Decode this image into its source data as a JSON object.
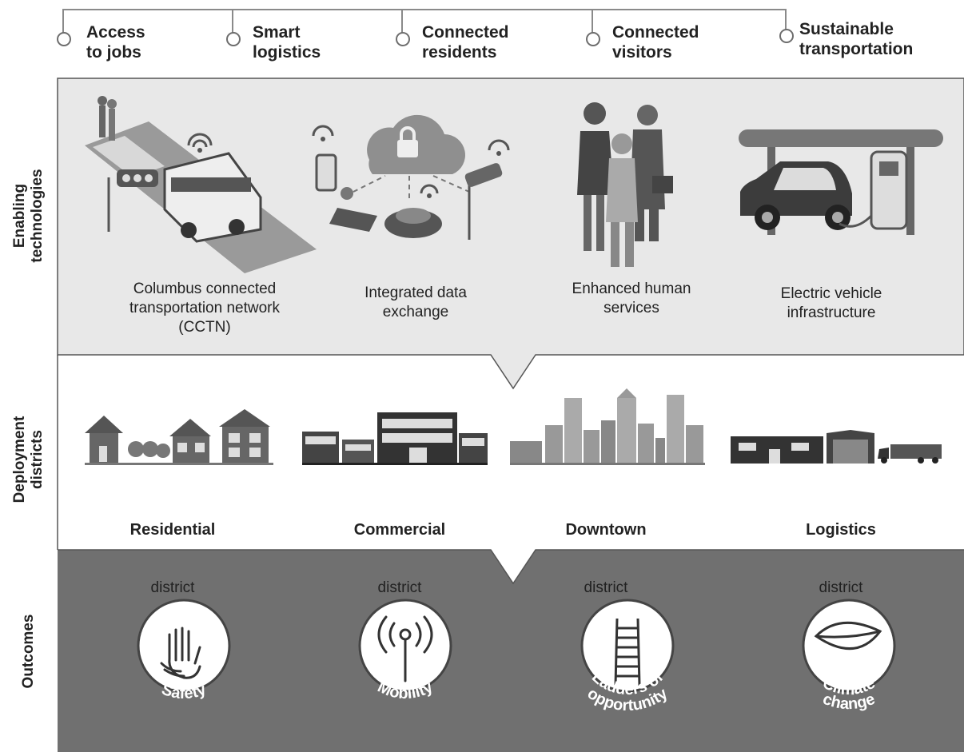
{
  "goals": [
    {
      "label": "Access\nto jobs"
    },
    {
      "label": "Smart\nlogistics"
    },
    {
      "label": "Connected\nresidents"
    },
    {
      "label": "Connected\nvisitors"
    },
    {
      "label": "Sustainable\ntransportation"
    }
  ],
  "bands": {
    "enabling": "Enabling\ntechnologies",
    "deployment": "Deployment\ndistricts",
    "outcomes": "Outcomes"
  },
  "technologies": [
    {
      "caption": "Columbus connected\ntransportation network\n(CCTN)",
      "icon": "connected-bus-icon"
    },
    {
      "caption": "Integrated data\nexchange",
      "icon": "cloud-lock-icon"
    },
    {
      "caption": "Enhanced human\nservices",
      "icon": "people-icon"
    },
    {
      "caption": "Electric vehicle\ninfrastructure",
      "icon": "ev-charging-icon"
    }
  ],
  "districts": [
    {
      "name": "Residential",
      "sub": "district",
      "icon": "houses-icon"
    },
    {
      "name": "Commercial",
      "sub": "district",
      "icon": "storefronts-icon"
    },
    {
      "name": "Downtown",
      "sub": "district",
      "icon": "skyline-icon"
    },
    {
      "name": "Logistics",
      "sub": "district",
      "icon": "warehouse-truck-icon"
    }
  ],
  "outcomes": [
    {
      "label": "Safety",
      "icon": "hand-icon"
    },
    {
      "label": "Mobility",
      "icon": "signal-antenna-icon"
    },
    {
      "label": "Ladders of\nopportunity",
      "label_line1": "Ladders of",
      "label_line2": "opportunity",
      "icon": "ladder-icon"
    },
    {
      "label": "Climate\nchange",
      "label_line1": "Climate",
      "label_line2": "change",
      "icon": "leaf-icon"
    }
  ],
  "colors": {
    "enabling_band": "#e8e8e8",
    "deployment_band": "#ffffff",
    "outcomes_band": "#707070",
    "illustration": "#5a5a5a"
  }
}
